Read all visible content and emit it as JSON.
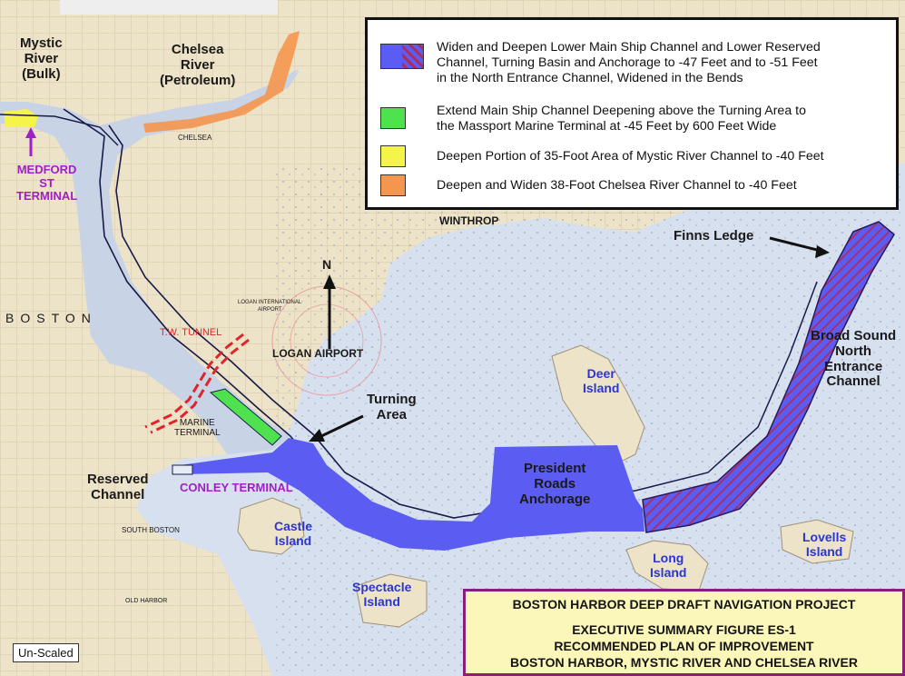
{
  "legend": {
    "items": [
      {
        "lines": [
          "Widen and Deepen Lower Main Ship Channel and Lower Reserved",
          "Channel, Turning Basin and Anchorage to -47 Feet and to -51 Feet",
          "in the North Entrance Channel, Widened in the Bends"
        ],
        "color": "#5a5cf2",
        "hatch": "#b02a5a"
      },
      {
        "lines": [
          "Extend Main Ship Channel Deepening above the Turning Area to",
          "the Massport Marine Terminal at -45 Feet by 600 Feet Wide"
        ],
        "color": "#4ee24e"
      },
      {
        "lines": [
          "Deepen Portion of 35-Foot Area of Mystic River Channel to -40 Feet"
        ],
        "color": "#f4f44a"
      },
      {
        "lines": [
          "Deepen and Widen 38-Foot Chelsea River Channel to -40 Feet"
        ],
        "color": "#f5964e"
      }
    ]
  },
  "labels": {
    "mystic_river": [
      "Mystic",
      "River",
      "(Bulk)"
    ],
    "chelsea_river": [
      "Chelsea",
      "River",
      "(Petroleum)"
    ],
    "medford": [
      "MEDFORD",
      "ST",
      "TERMINAL"
    ],
    "chelsea_town": "CHELSEA",
    "winthrop": "WINTHROP",
    "finns_ledge": "Finns Ledge",
    "north_arrow": "N",
    "logan_airport": "LOGAN AIRPORT",
    "logan_int": "LOGAN INTERNATIONAL",
    "airport_small": "AIRPORT",
    "boston": "BOSTON",
    "tw_tunnel": "T.W. TUNNEL",
    "turning_area": [
      "Turning",
      "Area"
    ],
    "deer_island": [
      "Deer",
      "Island"
    ],
    "broad_sound": [
      "Broad Sound",
      "North",
      "Entrance",
      "Channel"
    ],
    "marine_terminal": [
      "MARINE",
      "TERMINAL"
    ],
    "reserved_channel": [
      "Reserved",
      "Channel"
    ],
    "conley_terminal": "CONLEY TERMINAL",
    "president_roads": [
      "President",
      "Roads",
      "Anchorage"
    ],
    "castle_island": [
      "Castle",
      "Island"
    ],
    "south_boston": "SOUTH BOSTON",
    "long_island": [
      "Long",
      "Island"
    ],
    "lovells_island": [
      "Lovells",
      "Island"
    ],
    "spectacle_island": [
      "Spectacle",
      "Island"
    ],
    "old_harbor": "OLD HARBOR"
  },
  "title_block": {
    "line1": "BOSTON HARBOR DEEP DRAFT NAVIGATION PROJECT",
    "line2": "EXECUTIVE SUMMARY FIGURE ES-1",
    "line3": "RECOMMENDED PLAN OF IMPROVEMENT",
    "line4": "BOSTON HARBOR, MYSTIC RIVER AND CHELSEA RIVER"
  },
  "scale_note": "Un-Scaled",
  "colors": {
    "land": "#ede3c8",
    "water_shallow": "#d6e0ee",
    "water_deep": "#cfd8ea",
    "channel_blue": "#5a5cf2",
    "hatch": "#b02a5a",
    "extension_green": "#4ee24e",
    "mystic_yellow": "#f4f44a",
    "chelsea_orange": "#f5964e",
    "terminal_purple": "#a020c8",
    "tunnel_red": "#e0242a"
  }
}
